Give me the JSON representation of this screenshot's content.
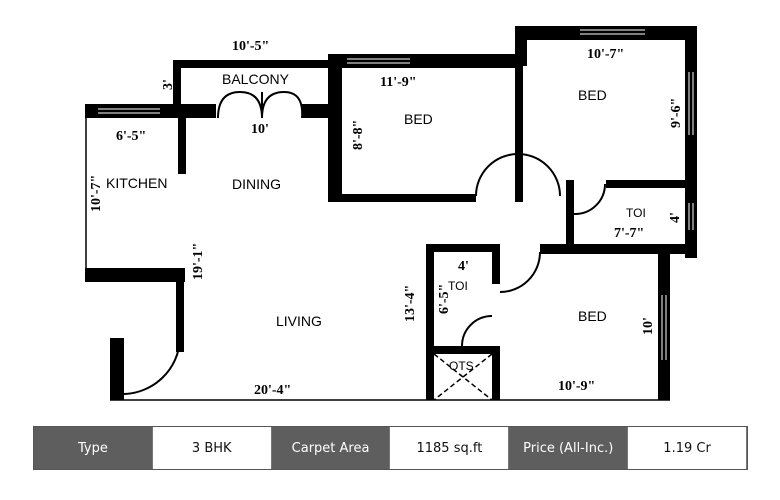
{
  "rooms": {
    "balcony": "BALCONY",
    "bed1": "BED",
    "bed2": "BED",
    "bed3": "BED",
    "kitchen": "KITCHEN",
    "dining": "DINING",
    "living": "LIVING",
    "toi1": "TOI",
    "toi2": "TOI",
    "ots": "OTS"
  },
  "dimensions": {
    "balcony_width": "10'-5\"",
    "balcony_depth": "3'",
    "balcony_door": "10'",
    "bed1_width": "11'-9\"",
    "bed1_depth": "8'-8\"",
    "bed2_width": "10'-7\"",
    "bed2_depth": "9'-6\"",
    "toi1_width": "7'-7\"",
    "toi1_depth": "4'",
    "kitchen_width": "6'-5\"",
    "kitchen_depth": "10'-7\"",
    "dining_depth": "19'-1\"",
    "living_width": "20'-4\"",
    "toi2_width": "4'",
    "toi2_depth": "6'-5\"",
    "toi2_block": "13'-4\"",
    "bed3_width": "10'-9\"",
    "bed3_depth": "10'"
  },
  "info_table": [
    {
      "label": "Type",
      "value": "3 BHK"
    },
    {
      "label": "Carpet Area",
      "value": "1185 sq.ft"
    },
    {
      "label": "Price (All-Inc.)",
      "value": "1.19 Cr"
    }
  ],
  "colors": {
    "header_bg": "#5e5e5e",
    "wall": "#000000"
  }
}
